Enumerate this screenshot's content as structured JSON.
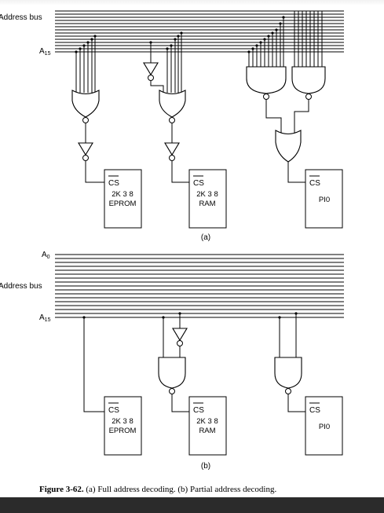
{
  "diagram_a": {
    "bus_label": "Address bus",
    "a15_label_base": "A",
    "a15_label_sub": "15",
    "chips": [
      {
        "cs": "CS",
        "line1": "2K 3 8",
        "line2": "EPROM"
      },
      {
        "cs": "CS",
        "line1": "2K 3 8",
        "line2": "RAM"
      },
      {
        "cs": "CS",
        "line1": "PI0",
        "line2": ""
      }
    ],
    "sublabel": "(a)"
  },
  "diagram_b": {
    "a0_label_base": "A",
    "a0_label_sub": "0",
    "bus_label": "Address bus",
    "a15_label_base": "A",
    "a15_label_sub": "15",
    "chips": [
      {
        "cs": "CS",
        "line1": "2K 3 8",
        "line2": "EPROM"
      },
      {
        "cs": "CS",
        "line1": "2K 3 8",
        "line2": "RAM"
      },
      {
        "cs": "CS",
        "line1": "PI0",
        "line2": ""
      }
    ],
    "sublabel": "(b)"
  },
  "caption": {
    "figure_label": "Figure 3-62.",
    "text": "(a) Full address decoding. (b) Partial address decoding."
  }
}
